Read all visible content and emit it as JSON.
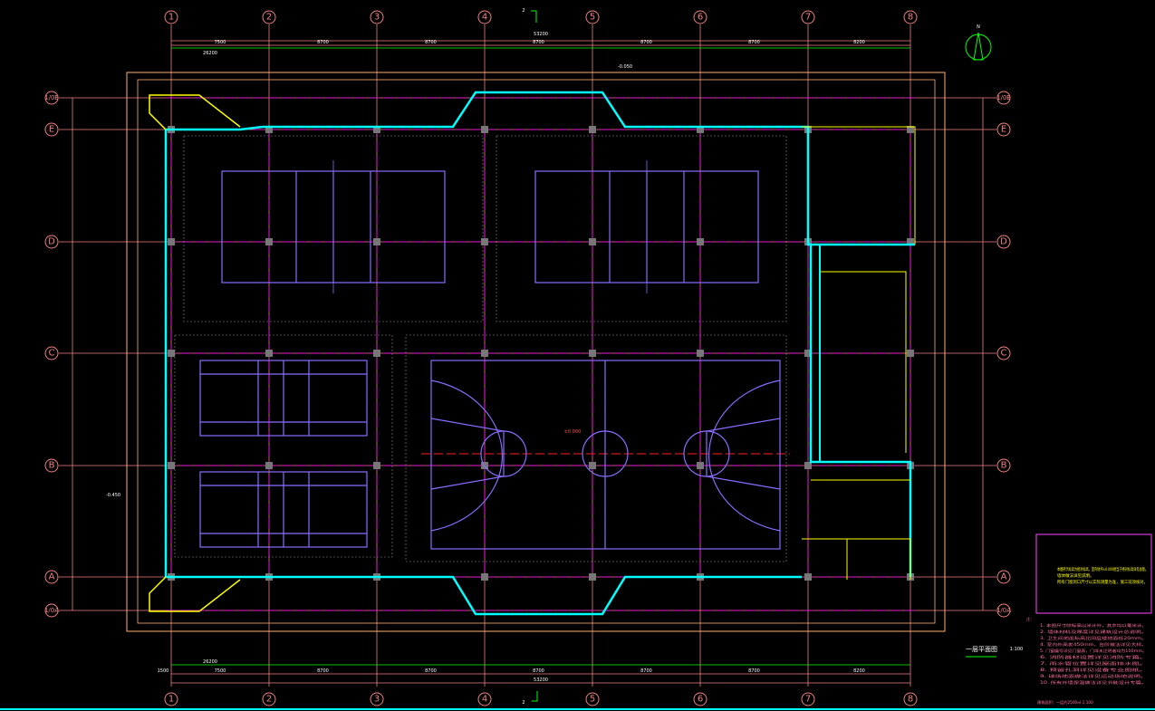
{
  "drawing": {
    "title": "一层平面图",
    "scale": "1:100",
    "section_mark": "2",
    "north_label": "N"
  },
  "axes": {
    "columns": [
      "1",
      "2",
      "3",
      "4",
      "5",
      "6",
      "7",
      "8"
    ],
    "rows": [
      "1/0E",
      "E",
      "D",
      "C",
      "B",
      "A",
      "1/0A"
    ]
  },
  "dimensions": {
    "overall": "53200",
    "segments": [
      "7500",
      "8700",
      "8700",
      "8700",
      "8700",
      "8700",
      "8200"
    ],
    "edge_offset": "1500",
    "half_overall": "26200"
  },
  "levels": [
    "-0.050",
    "±0.000",
    "-0.450"
  ],
  "notes_box": {
    "lines": [
      "本图所示标高为相对标高，室内地坪±0.000相当于绝对标高详见总图。",
      "墙体做法详见说明。",
      "所有门窗洞口尺寸以实际测量为准，施工前须核对。"
    ]
  },
  "notes": {
    "heading": "注：",
    "items": [
      "1. 本图尺寸除标高以米计外，其余均以毫米计。",
      "2. 墙体材料及厚度详见建筑设计总说明。",
      "3. 卫生间地面标高比同层楼地面低20mm。",
      "4. 室内外高差450mm，台阶做法详见大样。",
      "5. 门窗编号详见门窗表，门垛未注明者均为100mm。",
      "6. 消防器材设置详见消防专篇。",
      "7. 雨水管位置详见屋面排水图。",
      "8. 预留孔洞详见设备专业图纸。",
      "9. 球场地面做法详见运动场地说明。",
      "10. 所有外墙保温做法详见节能设计专篇。"
    ],
    "footer": "建筑面积：一层约2500㎡  1:100"
  },
  "colors": {
    "axis": "#f08080",
    "wall": "#00ffff",
    "court": "#8a6cff",
    "axis_center": "#ff00ff",
    "dimension": "#00ff00",
    "frame": "#ffb070",
    "notes": "#ff44ff"
  }
}
